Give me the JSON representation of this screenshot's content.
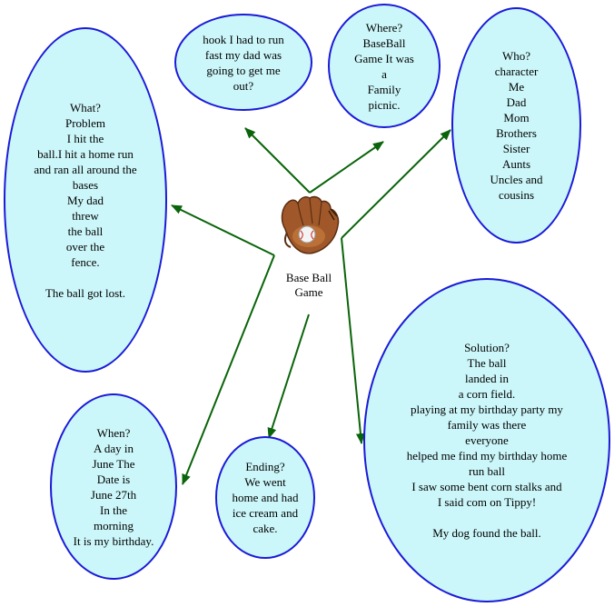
{
  "colors": {
    "bubble_fill": "#ccf7fa",
    "bubble_border": "#1a1ad8",
    "arrow": "#0a640a"
  },
  "center": {
    "title": "Base Ball\nGame",
    "icon": "baseball-glove-icon"
  },
  "bubbles": {
    "what": "What?\nProblem\nI hit the\nball.I hit a home run\nand ran all around the\nbases\nMy dad\nthrew\nthe ball\nover the\nfence.\n\nThe ball got lost.",
    "hook": "hook I had to run\nfast my dad was\ngoing to get me\nout?",
    "where": "Where?\nBaseBall\nGame  It was\na\nFamily\npicnic.",
    "who": "Who?\ncharacter\nMe\nDad\nMom\nBrothers\nSister\nAunts\nUncles and\ncousins",
    "when": "When?\nA day in\nJune The\nDate is\nJune 27th\nIn the\nmorning\nIt is my birthday.",
    "ending": "Ending?\nWe went\nhome and had\nice cream and\ncake.",
    "solution": "Solution?\nThe ball\nlanded in\na corn field.\nplaying at my birthday party my\nfamily was there\neveryone\nhelped me find my birthday home\nrun ball\nI saw some bent corn stalks and\nI said com on Tippy!\n\nMy dog found the ball."
  }
}
